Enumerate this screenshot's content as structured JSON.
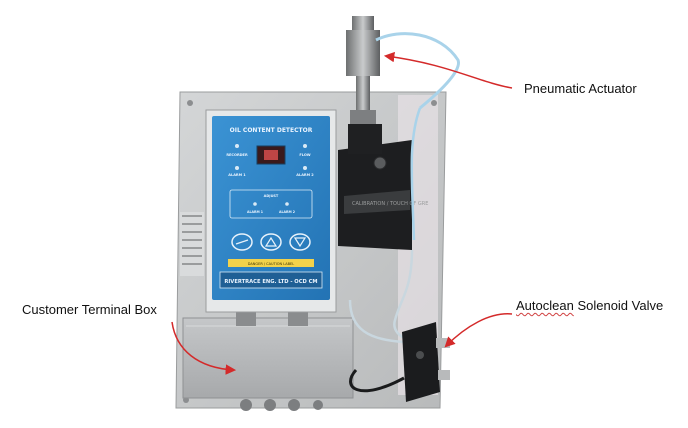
{
  "labels": {
    "pneumatic_actuator": "Pneumatic Actuator",
    "customer_terminal_box": "Customer Terminal Box",
    "autoclean_solenoid_valve_part1": "Autoclean",
    "autoclean_solenoid_valve_part2": " Solenoid Valve"
  },
  "device": {
    "panel_title": "OIL CONTENT DETECTOR",
    "indicator_top_left": "RECORDER",
    "indicator_top_right": "FLOW",
    "indicator_mid_left": "ALARM 1",
    "indicator_mid_right": "ALARM 2",
    "adjust_label": "ADJUST",
    "adjust_left": "ALARM 1",
    "adjust_right": "ALARM 2",
    "warning_text": "DANGER / CAUTION LABEL",
    "maker_plate": "RIVERTRACE ENG. LTD - OCD CM",
    "cell_label": "CALIBRATION / TOUCH OF GRE"
  },
  "colors": {
    "arrow": "#d42a2a",
    "panel_blue": "#2f86c8",
    "backplate": "#c9cbcc",
    "box_grey": "#b9bbbd"
  }
}
